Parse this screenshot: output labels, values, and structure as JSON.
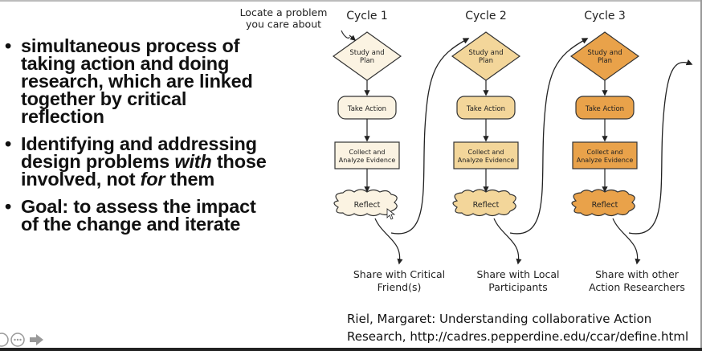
{
  "bullets": [
    {
      "parts": [
        {
          "text": "simultaneous process of taking action and doing research, which are linked together by critical reflection",
          "italic": false
        }
      ]
    },
    {
      "parts": [
        {
          "text": "Identifying and addressing design problems ",
          "italic": false
        },
        {
          "text": "with",
          "italic": true
        },
        {
          "text": " those involved, not ",
          "italic": false
        },
        {
          "text": "for",
          "italic": true
        },
        {
          "text": " them",
          "italic": false
        }
      ]
    },
    {
      "parts": [
        {
          "text": "Goal: to assess the impact of the change and iterate",
          "italic": false
        }
      ]
    }
  ],
  "diagram": {
    "start_label": [
      "Locate a problem",
      "you care about"
    ],
    "cycles": [
      {
        "title": "Cycle 1",
        "color": "#fbf3e2",
        "share": [
          "Share with Critical",
          "Friend(s)"
        ]
      },
      {
        "title": "Cycle 2",
        "color": "#f3d69a",
        "share": [
          "Share with Local",
          "Participants"
        ]
      },
      {
        "title": "Cycle 3",
        "color": "#e9a24a",
        "share": [
          "Share with other",
          "Action Researchers"
        ]
      }
    ],
    "steps": {
      "study": [
        "Study and",
        "Plan"
      ],
      "action": "Take Action",
      "collect": [
        "Collect and",
        "Analyze Evidence"
      ],
      "reflect": "Reflect"
    }
  },
  "citation": {
    "line1": "Riel, Margaret: Understanding collaborative Action",
    "line2": "Research, http://cadres.pepperdine.edu/ccar/define.html"
  },
  "icons": [
    "previous-slide-icon",
    "more-options-icon",
    "next-slide-icon"
  ]
}
